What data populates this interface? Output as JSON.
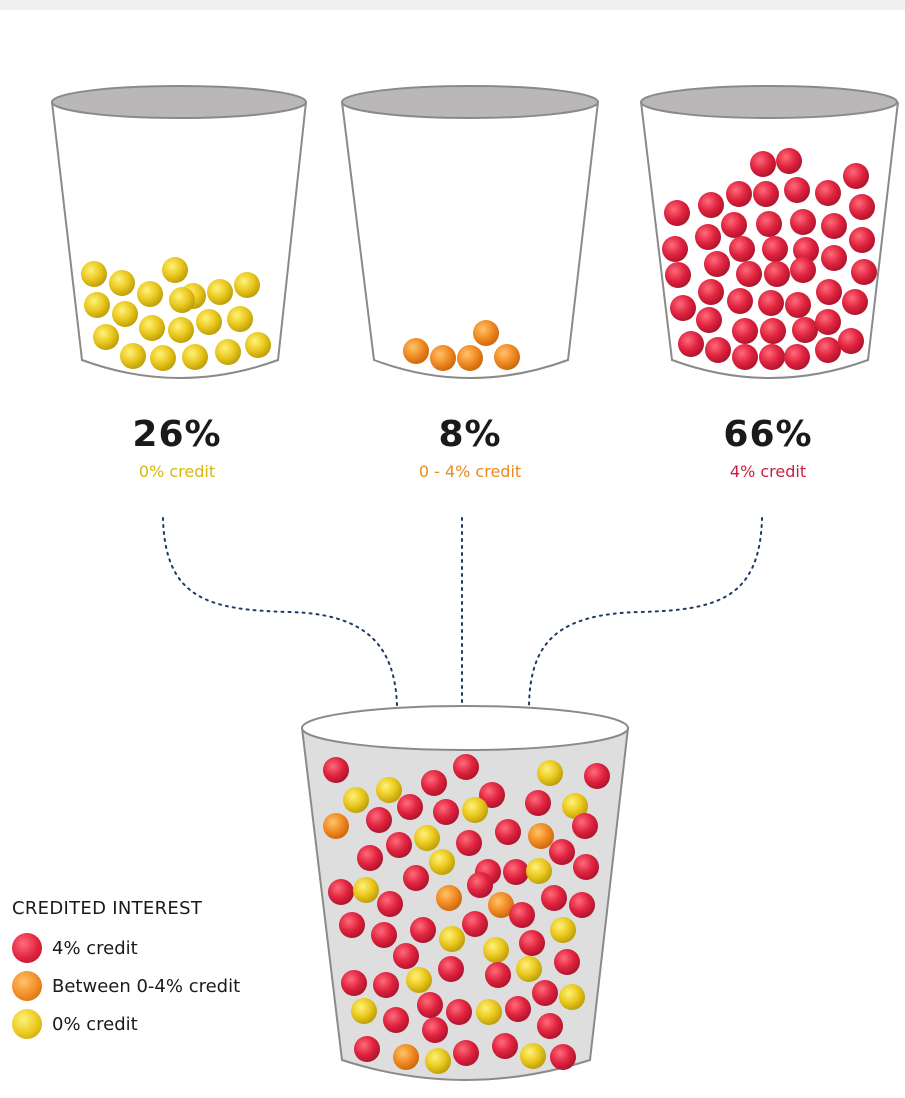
{
  "buckets": [
    {
      "percent": "26%",
      "label": "0% credit",
      "color": "#d7b70f",
      "ball": "yellow"
    },
    {
      "percent": "8%",
      "label": "0 - 4% credit",
      "color": "#ea8a1f",
      "ball": "orange"
    },
    {
      "percent": "66%",
      "label": "4% credit",
      "color": "#c8203e",
      "ball": "red"
    }
  ],
  "legend": {
    "title": "CREDITED INTEREST",
    "items": [
      {
        "label": "4% credit",
        "ball": "red"
      },
      {
        "label": "Between 0-4% credit",
        "ball": "orange"
      },
      {
        "label": "0% credit",
        "ball": "yellow"
      }
    ]
  },
  "colors": {
    "red": "#d81f3c",
    "orange": "#ee8a22",
    "yellow": "#e8c620",
    "arrow": "#1f3a63",
    "cup_outline": "#8a8a8a",
    "cup_rim": "#b9b7b8",
    "bottom_cup_fill": "#dededf"
  }
}
